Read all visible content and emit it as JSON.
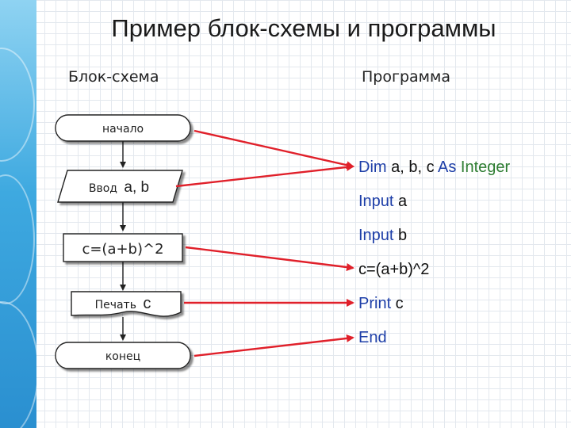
{
  "title": "Пример блок-схемы и программы",
  "headers": {
    "left": "Блок-схема",
    "right": "Программа"
  },
  "flowchart": {
    "start": "начало",
    "input_word": "Ввод",
    "input_vars": "a, b",
    "process": "c=(a+b)^2",
    "output_word": "Печать",
    "output_var": "c",
    "end": "конец"
  },
  "program": {
    "dim_kw": "Dim",
    "dim_vars": " a, b, c ",
    "as_kw": "As",
    "integer_kw": " Integer",
    "input_kw": "Input",
    "input_a": " a",
    "input_b": " b",
    "assign": "c=(a+b)^2",
    "print_kw": "Print",
    "print_var": " c",
    "end_kw": "End"
  },
  "colors": {
    "arrow": "#e0202a",
    "keyword": "#1e3fa8",
    "type_keyword": "#2e7d32",
    "sidebar": "#3ea9e0"
  }
}
